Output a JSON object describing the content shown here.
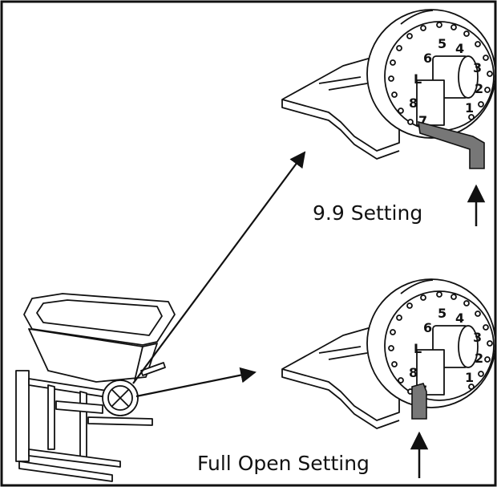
{
  "labels": {
    "top": "9.9 Setting",
    "bottom": "Full Open Setting"
  },
  "dial": {
    "numbers": [
      "1",
      "2",
      "3",
      "4",
      "5",
      "6",
      "7",
      "8"
    ],
    "lock_letter": "L"
  },
  "colors": {
    "line": "#111111",
    "lever": "#777777",
    "background": "#ffffff"
  }
}
